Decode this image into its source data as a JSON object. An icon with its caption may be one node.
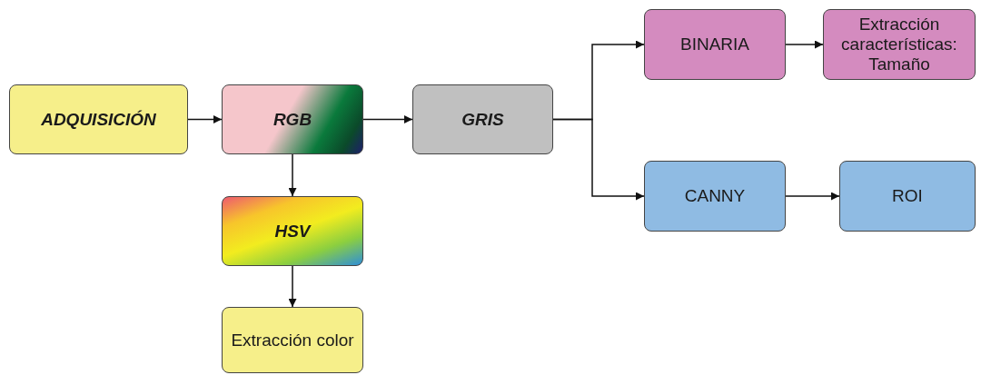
{
  "diagram": {
    "nodes": [
      {
        "text": [
          "ADQUISICIÓN"
        ]
      },
      {
        "text": [
          "RGB"
        ]
      },
      {
        "text": [
          "GRIS"
        ]
      },
      {
        "text": [
          "BINARIA"
        ]
      },
      {
        "text": [
          "Extracción características: Tamaño"
        ]
      },
      {
        "text": [
          "HSV"
        ]
      },
      {
        "text": [
          "CANNY"
        ]
      },
      {
        "text": [
          "ROI"
        ]
      },
      {
        "text": [
          "Extracción color"
        ]
      }
    ],
    "edges": [
      {
        "from": 0,
        "to": 1,
        "arrow": "to"
      },
      {
        "from": 1,
        "to": 2,
        "arrow": "to"
      },
      {
        "from": 2,
        "to": 3,
        "arrow": "to"
      },
      {
        "from": 2,
        "to": 6,
        "arrow": "to"
      },
      {
        "from": 3,
        "to": 4,
        "arrow": "to"
      },
      {
        "from": 6,
        "to": 7,
        "arrow": "to"
      },
      {
        "from": 1,
        "to": 5,
        "arrow": "to"
      },
      {
        "from": 5,
        "to": 8,
        "arrow": "to"
      }
    ]
  }
}
